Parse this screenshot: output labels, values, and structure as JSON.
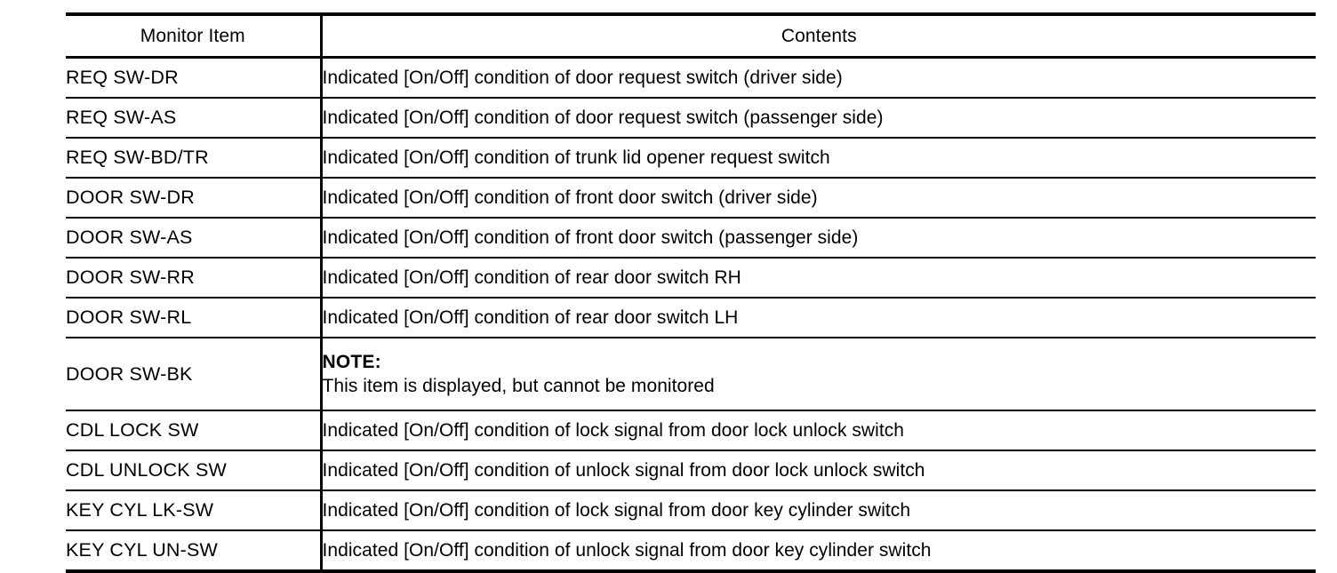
{
  "table": {
    "headers": {
      "monitor_item": "Monitor Item",
      "contents": "Contents"
    },
    "rows": [
      {
        "item": "REQ SW-DR",
        "contents": "Indicated [On/Off] condition of door request switch (driver side)"
      },
      {
        "item": "REQ SW-AS",
        "contents": "Indicated [On/Off] condition of door request switch (passenger side)"
      },
      {
        "item": "REQ SW-BD/TR",
        "contents": "Indicated [On/Off] condition of trunk lid opener request switch"
      },
      {
        "item": "DOOR SW-DR",
        "contents": "Indicated [On/Off] condition of front door switch (driver side)"
      },
      {
        "item": "DOOR SW-AS",
        "contents": "Indicated [On/Off] condition of front door switch (passenger side)"
      },
      {
        "item": "DOOR SW-RR",
        "contents": "Indicated [On/Off] condition of rear door switch RH"
      },
      {
        "item": "DOOR SW-RL",
        "contents": "Indicated [On/Off] condition of rear door switch LH"
      },
      {
        "item": "DOOR SW-BK",
        "note_label": "NOTE:",
        "note_text": "This item is displayed, but cannot be monitored"
      },
      {
        "item": "CDL LOCK SW",
        "contents": "Indicated [On/Off] condition of lock signal from door lock unlock switch"
      },
      {
        "item": "CDL UNLOCK SW",
        "contents": "Indicated [On/Off] condition of unlock signal from door lock unlock switch"
      },
      {
        "item": "KEY CYL LK-SW",
        "contents": "Indicated [On/Off] condition of lock signal from door key cylinder switch"
      },
      {
        "item": "KEY CYL UN-SW",
        "contents": "Indicated [On/Off] condition of unlock signal from door key cylinder switch"
      }
    ]
  },
  "colors": {
    "rule": "#000000",
    "text": "#000000",
    "background": "#ffffff"
  }
}
